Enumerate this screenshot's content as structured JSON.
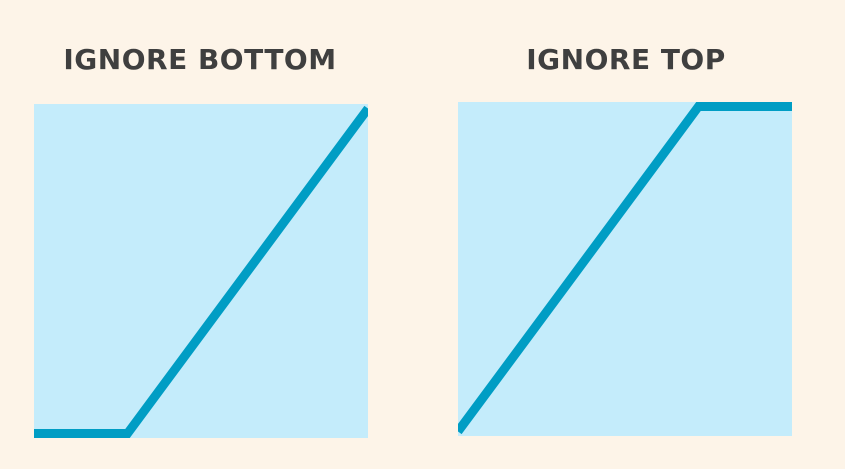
{
  "diagram": {
    "colors": {
      "background": "#fdf4e8",
      "panel_fill": "#c4ecfb",
      "curve": "#009dc4",
      "title": "#3f3f3f"
    },
    "panels": [
      {
        "title": "IGNORE BOTTOM",
        "curve": [
          [
            0,
            0
          ],
          [
            0.28,
            0
          ],
          [
            1,
            1
          ]
        ]
      },
      {
        "title": "IGNORE TOP",
        "curve": [
          [
            0,
            0
          ],
          [
            0.72,
            1
          ],
          [
            1,
            1
          ]
        ]
      }
    ]
  }
}
